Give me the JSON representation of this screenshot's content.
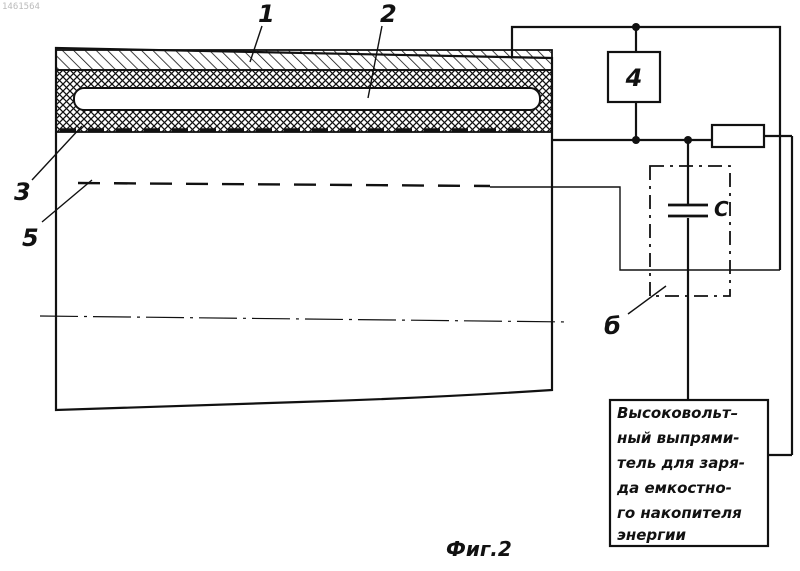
{
  "stamp_id": "1461564",
  "labels": {
    "l1": "1",
    "l2": "2",
    "l3": "3",
    "l4": "4",
    "l5": "5",
    "l6": "б",
    "capacitor": "C"
  },
  "rectifier_lines": [
    "Высоковольт–",
    "ный выпрями-",
    "тель для заря-",
    "да емкостно-",
    "го накопителя",
    "энергии"
  ],
  "caption": "Фиг.2"
}
